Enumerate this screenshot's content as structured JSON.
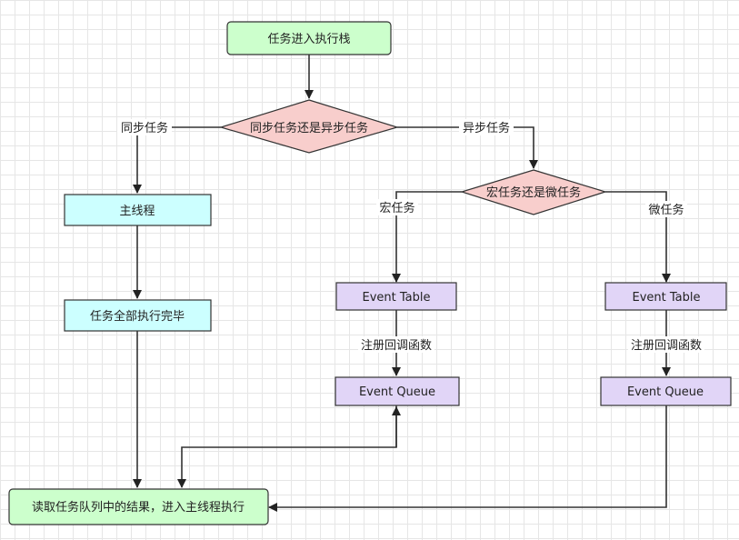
{
  "nodes": {
    "start": {
      "label": "任务进入执行栈",
      "color": "#ccffcc"
    },
    "decision_sync": {
      "label": "同步任务还是异步任务",
      "color": "#f8cecc"
    },
    "decision_macro": {
      "label": "宏任务还是微任务",
      "color": "#f8cecc"
    },
    "main_thread": {
      "label": "主线程",
      "color": "#ccffff"
    },
    "all_done": {
      "label": "任务全部执行完毕",
      "color": "#ccffff"
    },
    "event_table_macro": {
      "label": "Event Table",
      "color": "#e1d5f7"
    },
    "event_table_micro": {
      "label": "Event Table",
      "color": "#e1d5f7"
    },
    "event_queue_macro": {
      "label": "Event Queue",
      "color": "#e1d5f7"
    },
    "event_queue_micro": {
      "label": "Event Queue",
      "color": "#e1d5f7"
    },
    "read_queue": {
      "label": "读取任务队列中的结果，进入主线程执行",
      "color": "#ccffcc"
    }
  },
  "edge_labels": {
    "sync": "同步任务",
    "async": "异步任务",
    "macro": "宏任务",
    "micro": "微任务",
    "register_macro": "注册回调函数",
    "register_micro": "注册回调函数"
  }
}
